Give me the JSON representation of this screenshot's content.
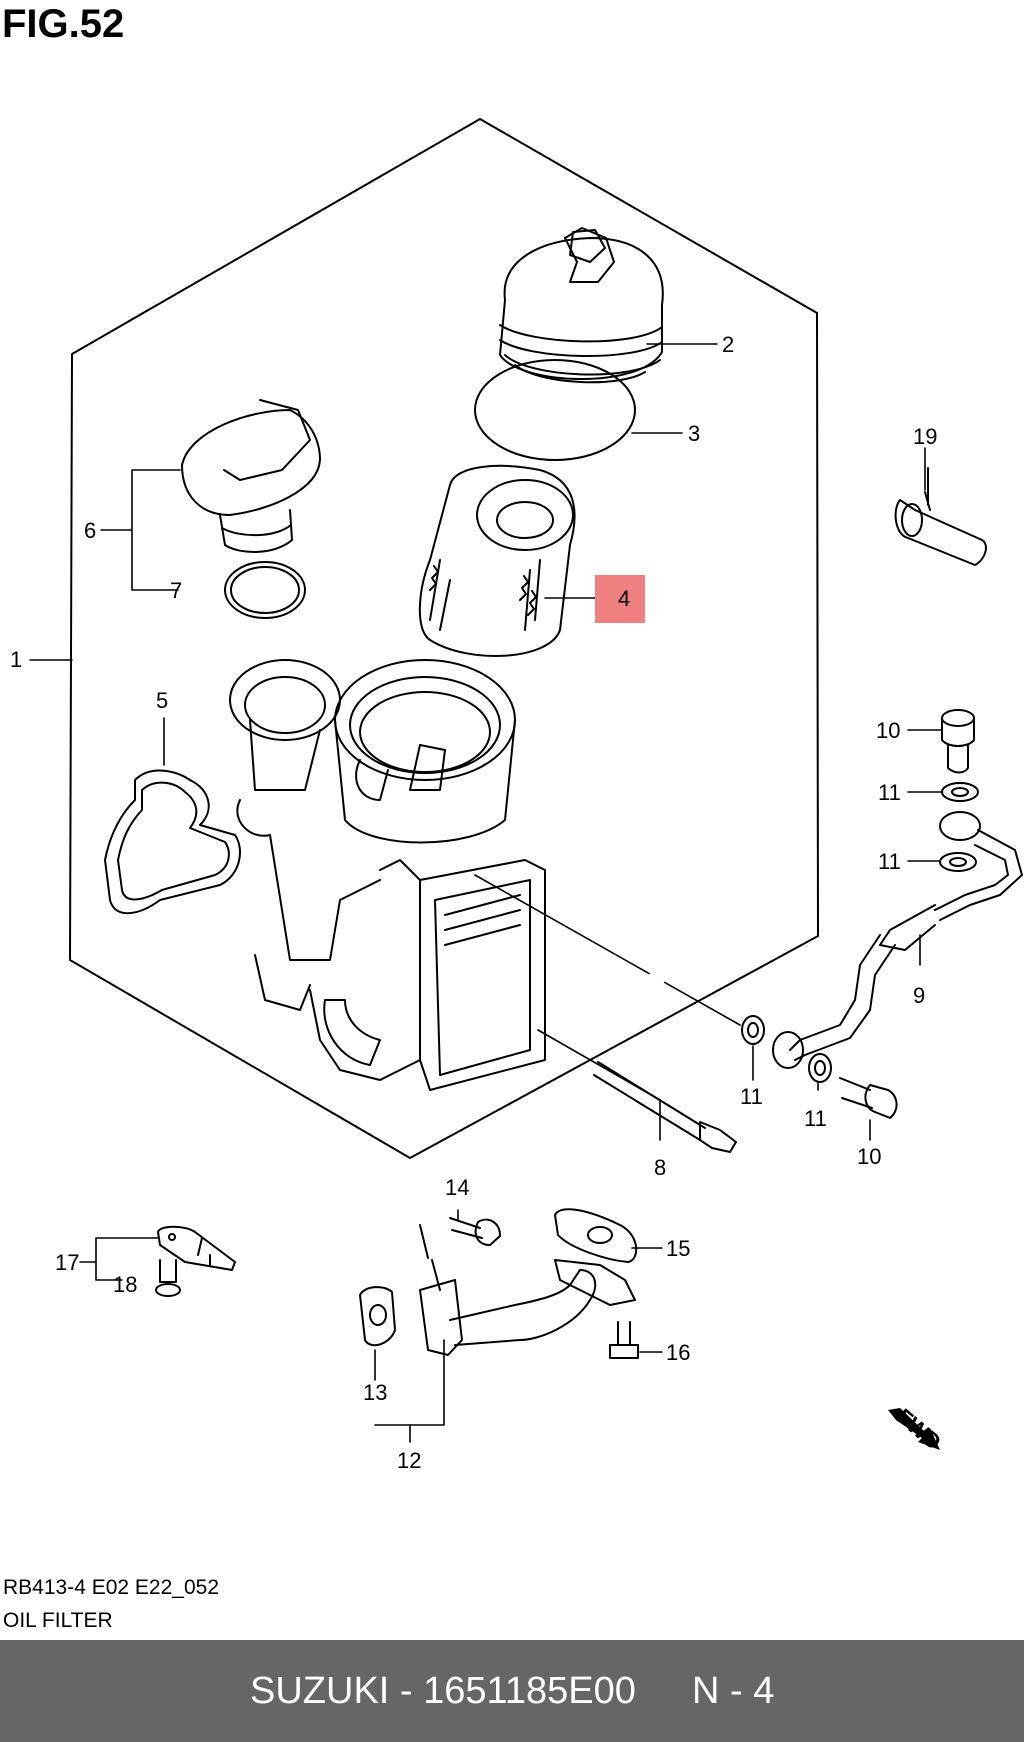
{
  "figure": {
    "title": "FIG.52"
  },
  "callouts": {
    "c1": "1",
    "c2": "2",
    "c3": "3",
    "c4": "4",
    "c5": "5",
    "c6": "6",
    "c7": "7",
    "c8": "8",
    "c9": "9",
    "c10a": "10",
    "c10b": "10",
    "c11a": "11",
    "c11b": "11",
    "c11c": "11",
    "c11d": "11",
    "c12": "12",
    "c13": "13",
    "c14": "14",
    "c15": "15",
    "c16": "16",
    "c17": "17",
    "c18": "18",
    "c19": "19"
  },
  "highlight": {
    "part": "4",
    "color": "#f08080"
  },
  "arrow_label": "FWD",
  "codes": {
    "line1": "RB413-4 E02 E22_052",
    "line2": "OIL FILTER"
  },
  "footer": {
    "part_label": "SUZUKI - 1651185E00",
    "ref": "N - 4",
    "background": "#666666",
    "text_color": "#ffffff"
  }
}
